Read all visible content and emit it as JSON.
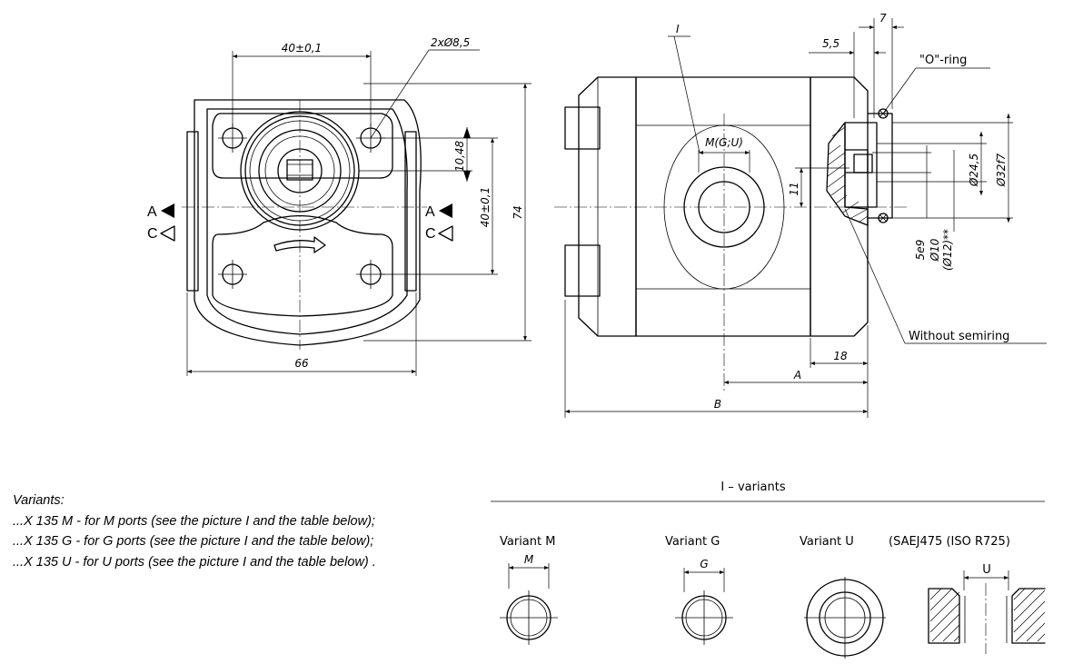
{
  "dims": {
    "hole_spacing_top": "40±0,1",
    "holes": "2xØ8,5",
    "offset_1048": "10,48",
    "hole_spacing_vert": "40±0,1",
    "height_74": "74",
    "width_66": "66",
    "section_mark": "I",
    "port_label": "M(G;U)",
    "dim_11": "11",
    "dim_55": "5,5",
    "dim_7": "7",
    "d245": "Ø24,5",
    "d32f7": "Ø32f7",
    "key_5e9": "5e9",
    "d10": "Ø10",
    "d12": "(Ø12)**",
    "dim_18": "18",
    "dim_A": "A",
    "dim_B": "B"
  },
  "labels": {
    "oring": "\"O\"-ring",
    "without_semiring": "Without semiring",
    "port_a": "A",
    "port_c": "C"
  },
  "notes": {
    "title": "Variants:",
    "lines": [
      "...X 135 M  - for M ports  (see the picture I and the table below);",
      "...X 135 G  - for G ports  (see the picture I and the table below);",
      "...X 135 U  - for U ports  (see the picture I and the table below) ."
    ]
  },
  "variants": {
    "title": "I  –  variants",
    "m": "Variant M",
    "g": "Variant G",
    "u": "Variant U",
    "sae": "(SAEJ475 (ISO R725)",
    "m_dim": "M",
    "g_dim": "G",
    "u_dim": "U"
  }
}
